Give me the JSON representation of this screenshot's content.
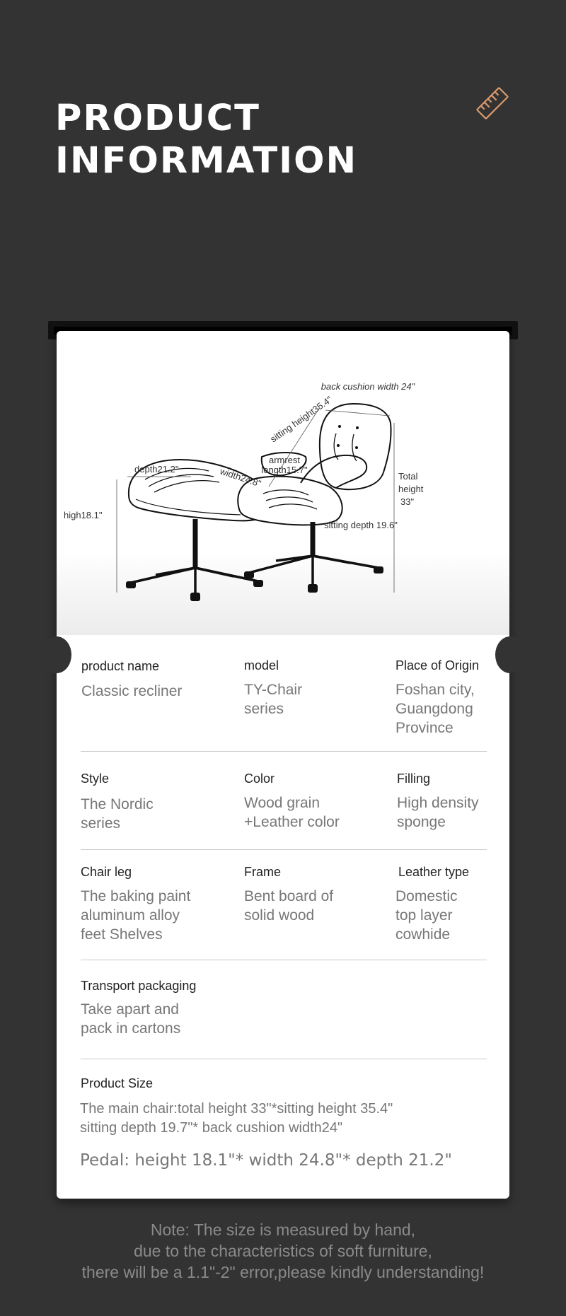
{
  "header": {
    "title_line1": "PRODUCT",
    "title_line2": "INFORMATION",
    "icon": "ruler-icon",
    "accent_color": "#d99a6c"
  },
  "diagram_labels": {
    "back_cushion": "back cushion width 24\"",
    "sitting_height": "sitting height35.4\"",
    "armrest_1": "armrest",
    "armrest_2": "length15.7\"",
    "depth": "depth21.2\"",
    "width": "width24.8\"",
    "total_1": "Total",
    "total_2": "height",
    "total_3": "33\"",
    "high": "high18.1\"",
    "sitting_depth": "sitting depth 19.6\""
  },
  "specs": [
    {
      "label": "product name",
      "value": "Classic recliner"
    },
    {
      "label": "model",
      "value": "TY-Chair\nseries"
    },
    {
      "label": "Place of Origin",
      "value": "Foshan city,\nGuangdong\nProvince"
    },
    {
      "label": "Style",
      "value": " The Nordic\n series"
    },
    {
      "label": "Color",
      "value": " Wood grain\n+Leather color"
    },
    {
      "label": "Filling",
      "value": " High density\n sponge"
    },
    {
      "label": "Chair leg",
      "value": "The baking paint\naluminum alloy\nfeet Shelves"
    },
    {
      "label": "Frame",
      "value": " Bent board of\nsolid wood"
    },
    {
      "label": "Leather type",
      "value": "Domestic\ntop layer\ncowhide"
    },
    {
      "label": "Transport packaging",
      "value": "Take apart and\npack in cartons"
    }
  ],
  "product_size": {
    "label": "Product Size",
    "main_chair": "The main chair:total height 33\"*sitting height 35.4\"\nsitting depth 19.7\"* back cushion width24\"",
    "pedal": "Pedal: height 18.1\"* width 24.8\"* depth 21.2\""
  },
  "note": "Note: The size is measured by hand,\ndue to the characteristics of soft furniture,\nthere will be a 1.1\"-2\" error,please kindly understanding!"
}
